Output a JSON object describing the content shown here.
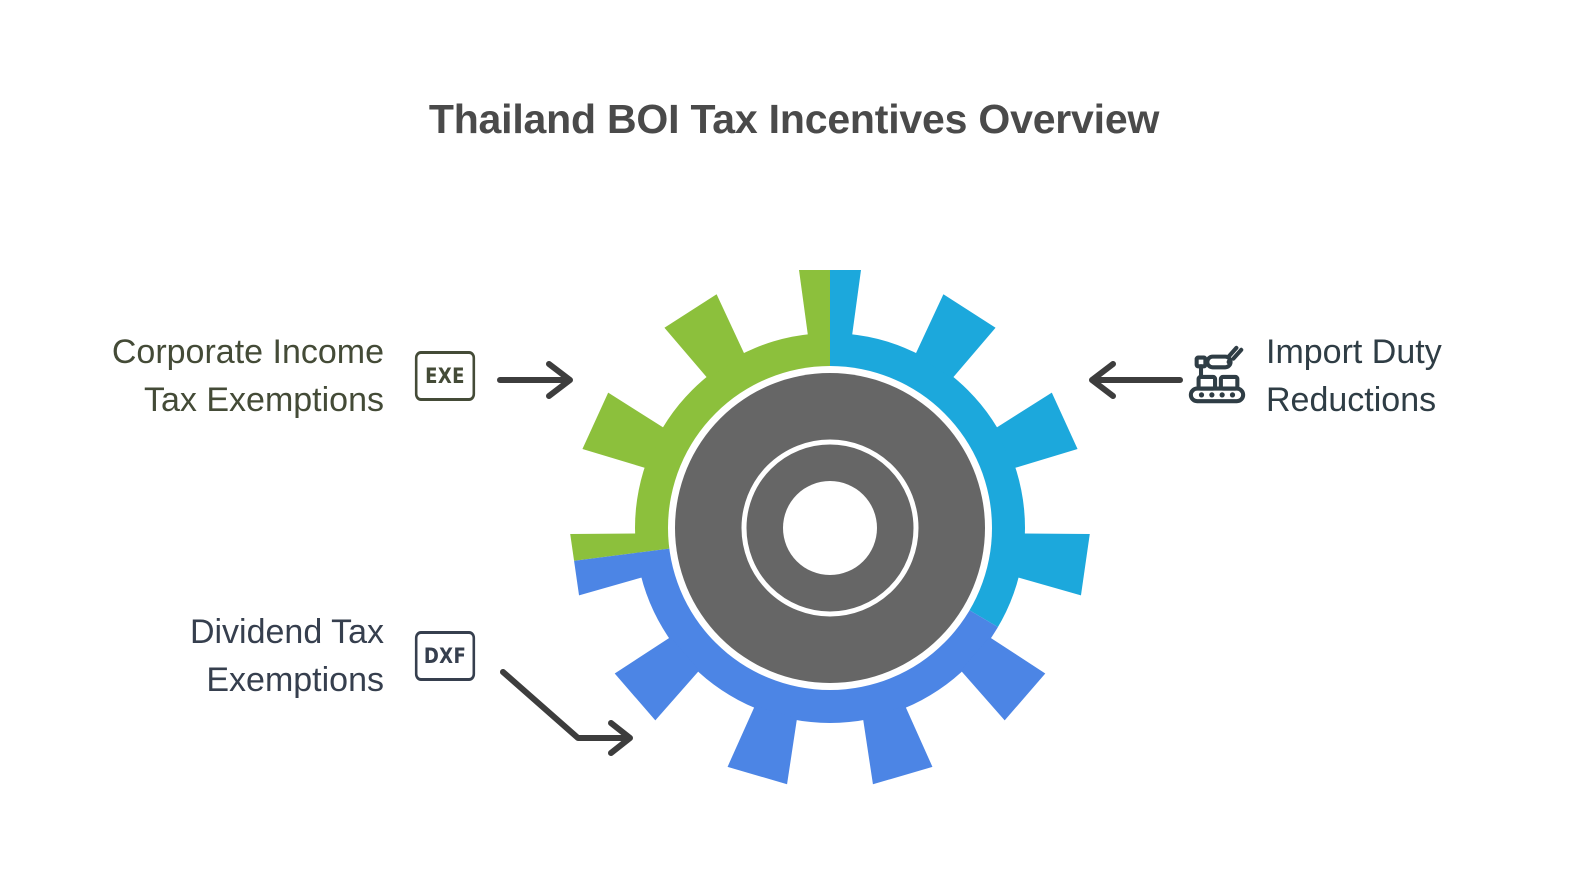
{
  "page": {
    "title": "Thailand BOI Tax Incentives Overview",
    "background_color": "#ffffff",
    "title_color": "#4a4a4a"
  },
  "center_graphic": {
    "name": "gear",
    "hub_color": "#666666",
    "hub_center_color": "#ffffff",
    "segments": [
      {
        "name": "corporate-income-tax",
        "color": "#8cc03c",
        "position": "upper-left"
      },
      {
        "name": "import-duty",
        "color": "#1ca8dc",
        "position": "upper-right"
      },
      {
        "name": "dividend-tax",
        "color": "#4c85e5",
        "position": "bottom"
      }
    ]
  },
  "items": [
    {
      "id": "corporate-income-tax-exemptions",
      "label": "Corporate Income\nTax Exemptions",
      "text_color": "#444b37",
      "icon": "exe-file-badge",
      "icon_label": "EXE",
      "arrow": "arrow-right",
      "side": "left-top"
    },
    {
      "id": "dividend-tax-exemptions",
      "label": "Dividend Tax\nExemptions",
      "text_color": "#363f4e",
      "icon": "dxf-file-badge",
      "icon_label": "DXF",
      "arrow": "arrow-elbow-down-right",
      "side": "left-bottom"
    },
    {
      "id": "import-duty-reductions",
      "label": "Import Duty\nReductions",
      "text_color": "#2f3d45",
      "icon": "conveyor-robot-arm-icon",
      "icon_label": "",
      "arrow": "arrow-left",
      "side": "right"
    }
  ],
  "arrow_color": "#3d3d3d"
}
